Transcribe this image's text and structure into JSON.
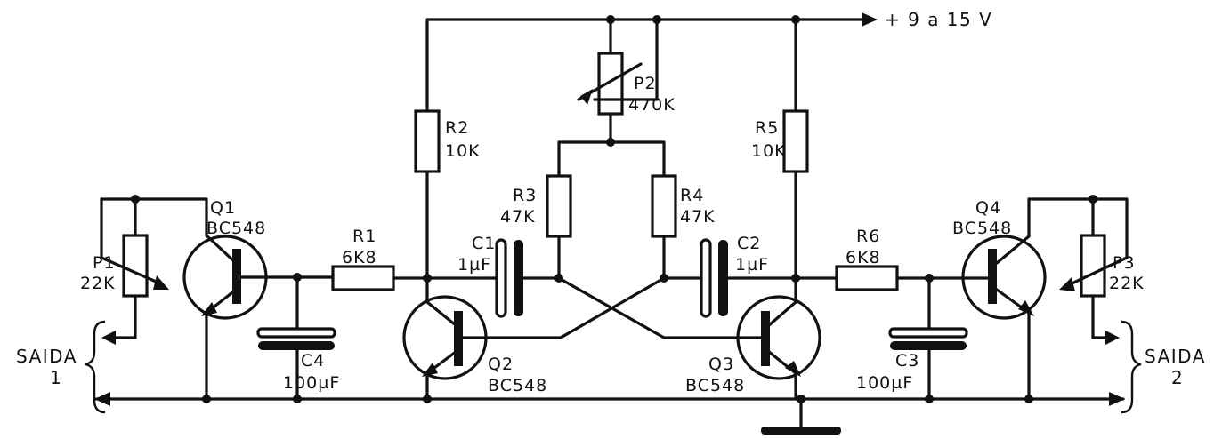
{
  "supply": "+ 9 a 15 V",
  "components": {
    "p1": {
      "ref": "P1",
      "value": "22K"
    },
    "q1": {
      "ref": "Q1",
      "value": "BC548"
    },
    "r1": {
      "ref": "R1",
      "value": "6K8"
    },
    "c4": {
      "ref": "C4",
      "value": "100µF"
    },
    "r2": {
      "ref": "R2",
      "value": "10K"
    },
    "q2": {
      "ref": "Q2",
      "value": "BC548"
    },
    "c1": {
      "ref": "C1",
      "value": "1µF"
    },
    "r3": {
      "ref": "R3",
      "value": "47K"
    },
    "p2": {
      "ref": "P2",
      "value": "470K"
    },
    "r4": {
      "ref": "R4",
      "value": "47K"
    },
    "c2": {
      "ref": "C2",
      "value": "1µF"
    },
    "r5": {
      "ref": "R5",
      "value": "10K"
    },
    "q3": {
      "ref": "Q3",
      "value": "BC548"
    },
    "r6": {
      "ref": "R6",
      "value": "6K8"
    },
    "c3": {
      "ref": "C3",
      "value": "100µF"
    },
    "q4": {
      "ref": "Q4",
      "value": "BC548"
    },
    "p3": {
      "ref": "P3",
      "value": "22K"
    }
  },
  "outputs": {
    "left": {
      "line1": "SAIDA",
      "line2": "1"
    },
    "right": {
      "line1": "SAIDA",
      "line2": "2"
    }
  }
}
